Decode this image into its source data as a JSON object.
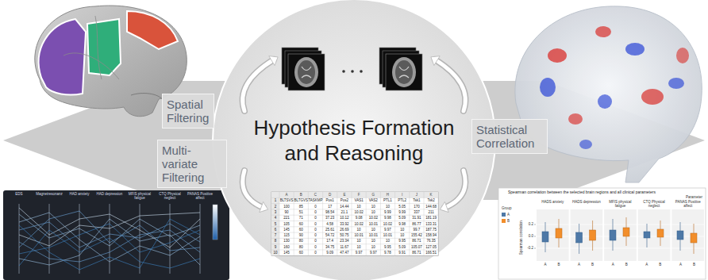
{
  "diagram": {
    "nodes": [
      {
        "text": [
          "Hypothesis Formation and Reasoning"
        ]
      },
      {
        "text": [
          "Spatial Filtering"
        ]
      },
      {
        "text": [
          "Multi-variate Filtering"
        ]
      },
      {
        "text": [
          "Statistical Correlation"
        ]
      }
    ],
    "labels": [
      "EDS",
      "Magnetresonanz",
      "HAD anxiety",
      "HAD depression",
      "MFIS physical fatigue",
      "CTQ Physical neglect",
      "PANAS Positive affect",
      "A",
      "B",
      "C",
      "D",
      "E",
      "F",
      "G",
      "H",
      "I",
      "J",
      "K",
      "1",
      "BLTSVS",
      "BLTGVS",
      "TASKMP",
      "Pos1",
      "Pos2",
      "VAS1",
      "VAS2",
      "PTL1",
      "PTL2",
      "Tsk1",
      "Tsk2",
      "2",
      "100",
      "85",
      "0",
      "17",
      "14.44",
      "10",
      "10",
      "10",
      "5.05",
      "170",
      "144.68",
      "3",
      "90",
      "51",
      "0",
      "98.54",
      "21.1",
      "10.02",
      "10",
      "9.99",
      "9.99",
      "337",
      "211",
      "4",
      "221",
      "71",
      "0",
      "37.23",
      "10.12",
      "9.08",
      "10.02",
      "9.98",
      "5.09",
      "31.91",
      "181.19",
      "5",
      "105",
      "60",
      "0",
      "4.58",
      "33.92",
      "10.02",
      "10.01",
      "10.02",
      "9.98",
      "86.77",
      "133.31",
      "6",
      "145",
      "60",
      "0",
      "25.61",
      "26.69",
      "10",
      "10",
      "9.97",
      "10",
      "99.7",
      "187.75",
      "7",
      "115",
      "90",
      "0",
      "54.72",
      "50.75",
      "10.01",
      "10.01",
      "10.01",
      "10",
      "155.42",
      "158.94",
      "8",
      "130",
      "80",
      "0",
      "17.4",
      "23.34",
      "10",
      "10",
      "10",
      "9.95",
      "86.71",
      "76.35",
      "9",
      "160",
      "80",
      "0",
      "34.75",
      "11.67",
      "10",
      "10",
      "9.95",
      "5.09",
      "105.07",
      "127.05",
      "10",
      "145",
      "60",
      "0",
      "9.09",
      "47.47",
      "9.97",
      "9.97",
      "9.78",
      "9.91",
      "86.71",
      "166.51",
      "Spearman correlation between the selected brain regions and all clinical parameters",
      "Parameter",
      "Group",
      "HADS anxiety",
      "HADS depression",
      "MFIS physical fatigue",
      "CTQ Physical neglect",
      "PANAS Positive affect",
      "Spearman correlation",
      "A",
      "B",
      "A",
      "B",
      "A",
      "B",
      "A",
      "B",
      "A",
      "B",
      "0.2",
      "0.0",
      "-0.2"
    ],
    "legend": [
      {
        "text": "A",
        "color": "#4e79a7"
      },
      {
        "text": "B",
        "color": "#f28e2b"
      }
    ]
  }
}
